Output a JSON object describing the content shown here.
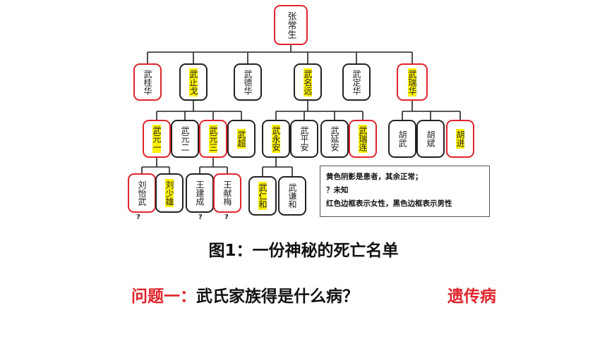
{
  "pedigree": {
    "people": [
      {
        "id": "zhang-changsheng",
        "name": "张常生",
        "sex": "female",
        "affected": false
      },
      {
        "id": "wu-guihua",
        "name": "武桂华",
        "sex": "female",
        "affected": false
      },
      {
        "id": "wu-zhige",
        "name": "武止戈",
        "sex": "male",
        "affected": true
      },
      {
        "id": "wu-dehua",
        "name": "武德华",
        "sex": "male",
        "affected": false
      },
      {
        "id": "wu-mingyuan",
        "name": "武名远",
        "sex": "male",
        "affected": true
      },
      {
        "id": "wu-dinghua",
        "name": "武定华",
        "sex": "male",
        "affected": false
      },
      {
        "id": "wu-ruihua",
        "name": "武瑞华",
        "sex": "female",
        "affected": true
      },
      {
        "id": "wu-yuanyi",
        "name": "武元一",
        "sex": "female",
        "affected": true
      },
      {
        "id": "wu-yuaner",
        "name": "武元二",
        "sex": "male",
        "affected": false
      },
      {
        "id": "wu-yuansan",
        "name": "武元三",
        "sex": "female",
        "affected": true
      },
      {
        "id": "wu-chao",
        "name": "武超",
        "sex": "male",
        "affected": true
      },
      {
        "id": "wu-yongan",
        "name": "武永安",
        "sex": "male",
        "affected": true
      },
      {
        "id": "wu-pingan",
        "name": "武平安",
        "sex": "male",
        "affected": false
      },
      {
        "id": "wu-yanan",
        "name": "武延安",
        "sex": "male",
        "affected": false
      },
      {
        "id": "wu-ruilian",
        "name": "武瑞连",
        "sex": "female",
        "affected": true
      },
      {
        "id": "hu-wu",
        "name": "胡武",
        "sex": "male",
        "affected": false
      },
      {
        "id": "hu-bin",
        "name": "胡斌",
        "sex": "male",
        "affected": false
      },
      {
        "id": "hu-jin",
        "name": "胡进",
        "sex": "female",
        "affected": true
      },
      {
        "id": "liu-yiwu",
        "name": "刘怡武",
        "sex": "female",
        "affected": false,
        "unknown": true
      },
      {
        "id": "liu-shaoxiong",
        "name": "刘少雄",
        "sex": "male",
        "affected": true
      },
      {
        "id": "wang-jiancheng",
        "name": "王建成",
        "sex": "male",
        "affected": false,
        "unknown": true
      },
      {
        "id": "wang-xianmei",
        "name": "王献梅",
        "sex": "female",
        "affected": false,
        "unknown": true
      },
      {
        "id": "wu-renhe",
        "name": "武仁和",
        "sex": "male",
        "affected": true
      },
      {
        "id": "wu-qianhe",
        "name": "武谦和",
        "sex": "male",
        "affected": false
      }
    ],
    "unknown_symbol": "?"
  },
  "legend": {
    "line1": "黄色阴影是患者，其余正常；",
    "line2": "？未知",
    "line3": "红色边框表示女性，黑色边框表示男性"
  },
  "caption": "图1：一份神秘的死亡名单",
  "question": {
    "prefix": "问题一：",
    "body": "武氏家族得是什么病？",
    "answer": "遗传病"
  },
  "colors": {
    "female_border": "#e0242c",
    "male_border": "#222222",
    "affected_fill": "#fff200",
    "accent_red": "#e0242c"
  }
}
